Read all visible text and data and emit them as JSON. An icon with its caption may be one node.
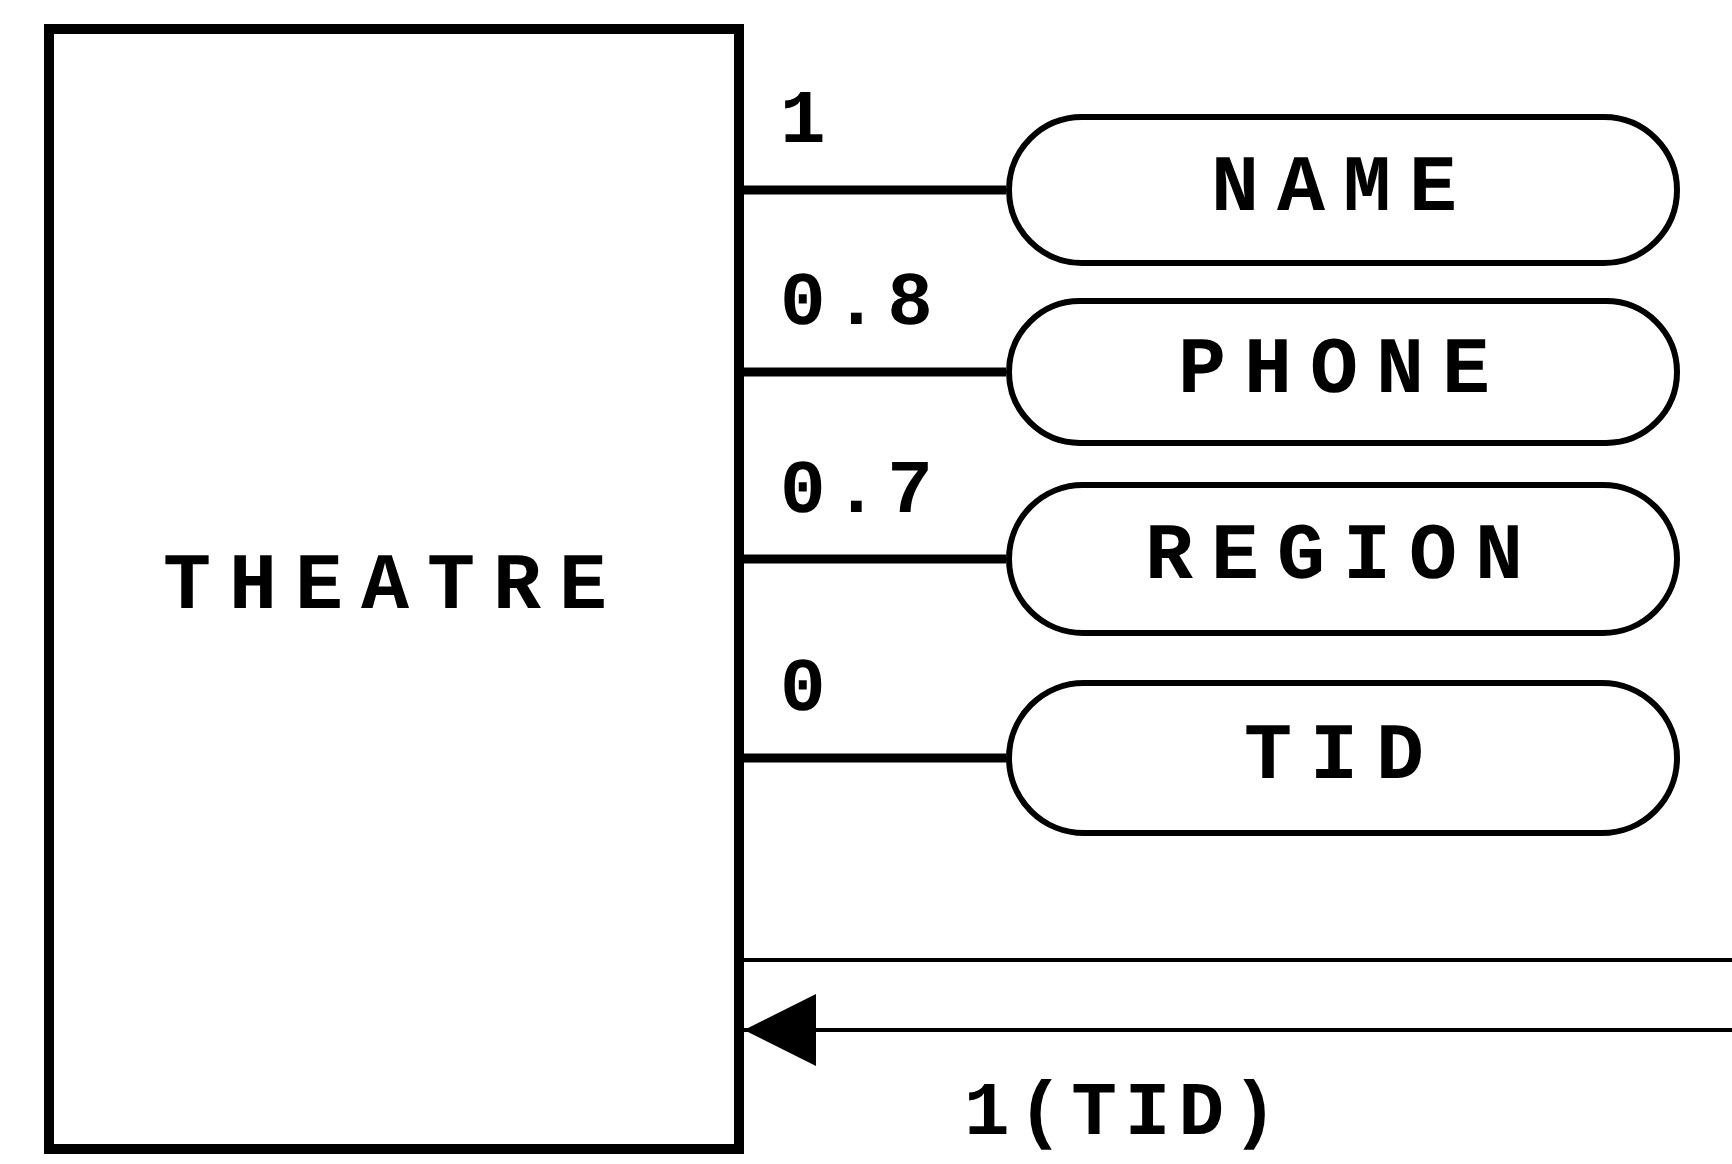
{
  "diagram": {
    "nodes": [
      {
        "text": [
          "THEATRE"
        ]
      },
      {
        "text": [
          "NAME"
        ]
      },
      {
        "text": [
          "PHONE"
        ]
      },
      {
        "text": [
          "REGION"
        ]
      },
      {
        "text": [
          "TID"
        ]
      }
    ],
    "edges": [
      {
        "from": 0,
        "to": 1,
        "arrow": "none",
        "label": "1"
      },
      {
        "from": 0,
        "to": 2,
        "arrow": "none",
        "label": "0.8"
      },
      {
        "from": 0,
        "to": 3,
        "arrow": "none",
        "label": "0.7"
      },
      {
        "from": 0,
        "to": 4,
        "arrow": "none",
        "label": "0"
      },
      {
        "from": null,
        "to": 0,
        "arrow": "none"
      },
      {
        "from": null,
        "to": 0,
        "arrow": "to",
        "label": "1(TID)"
      }
    ]
  }
}
